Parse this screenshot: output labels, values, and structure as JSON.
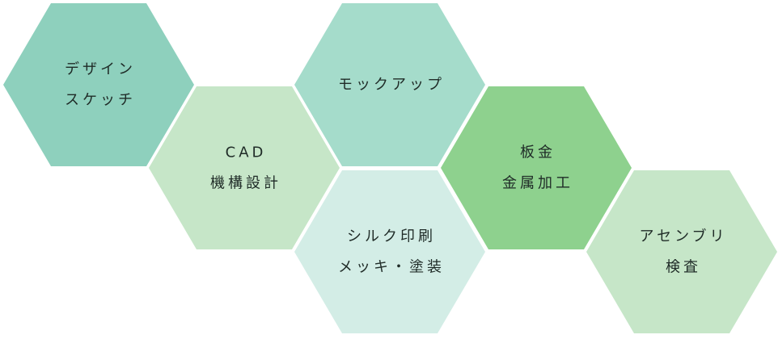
{
  "hexagons": [
    {
      "lines": [
        "デザイン",
        "スケッチ"
      ],
      "fill": "#8ed0bd",
      "stroke": "#5fae97"
    },
    {
      "lines": [
        "CAD",
        "機構設計"
      ],
      "fill": "#c6e6c8",
      "stroke": "#c6e6c8"
    },
    {
      "lines": [
        "モックアップ"
      ],
      "fill": "#a5dccb",
      "stroke": "#5fae97"
    },
    {
      "lines": [
        "シルク印刷",
        "メッキ・塗装"
      ],
      "fill": "#d3ede6",
      "stroke": "#d3ede6"
    },
    {
      "lines": [
        "板金",
        "金属加工"
      ],
      "fill": "#8ed18e",
      "stroke": "#6bb86b"
    },
    {
      "lines": [
        "アセンブリ",
        "検査"
      ],
      "fill": "#c6e6c8",
      "stroke": "#c6e6c8"
    }
  ]
}
